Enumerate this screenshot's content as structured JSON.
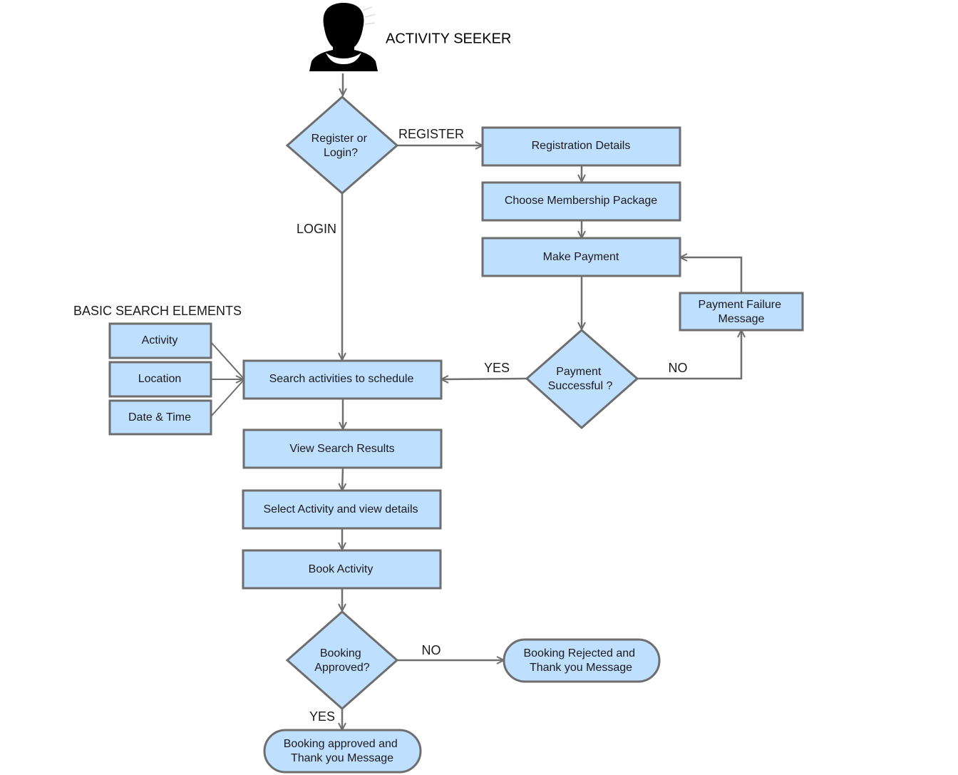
{
  "actor": {
    "label": "ACTIVITY SEEKER",
    "icon": "person-icon"
  },
  "group_label": "BASIC SEARCH ELEMENTS",
  "colors": {
    "node_fill": "#bfdfff",
    "node_stroke": "#6e6e6e",
    "edge": "#6e6e6e"
  },
  "nodes": {
    "register_or_login": [
      "Register or",
      "Login?"
    ],
    "registration_details": [
      "Registration Details"
    ],
    "choose_membership": [
      "Choose Membership Package"
    ],
    "make_payment": [
      "Make Payment"
    ],
    "payment_failure": [
      "Payment Failure",
      "Message"
    ],
    "payment_successful": [
      "Payment",
      "Successful ?"
    ],
    "search_activities": [
      "Search activities to schedule"
    ],
    "activity": [
      "Activity"
    ],
    "location": [
      "Location"
    ],
    "date_time": [
      "Date & Time"
    ],
    "view_results": [
      "View Search Results"
    ],
    "select_activity": [
      "Select Activity and view details"
    ],
    "book_activity": [
      "Book Activity"
    ],
    "booking_approved": [
      "Booking",
      "Approved?"
    ],
    "booking_rejected": [
      "Booking Rejected and",
      "Thank you Message"
    ],
    "booking_approved_msg": [
      "Booking approved and",
      "Thank you Message"
    ]
  },
  "edge_labels": {
    "register": "REGISTER",
    "login": "LOGIN",
    "payment_yes": "YES",
    "payment_no": "NO",
    "booking_no": "NO",
    "booking_yes": "YES"
  }
}
